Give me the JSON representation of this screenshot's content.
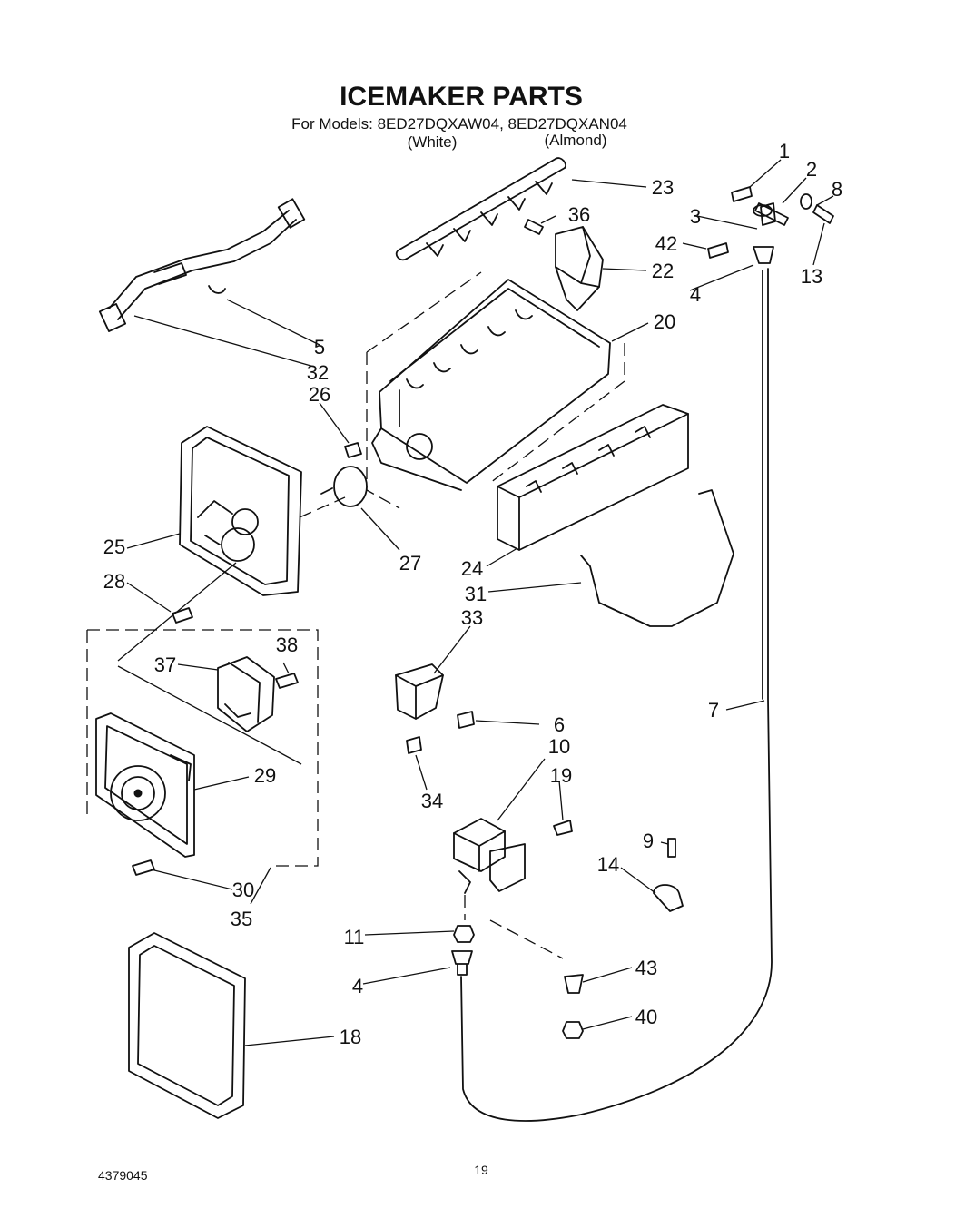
{
  "header": {
    "title": "ICEMAKER PARTS",
    "models_line": "For Models: 8ED27DQXAW04, 8ED27DQXAN04",
    "color_white": "(White)",
    "color_almond": "(Almond)"
  },
  "footer": {
    "doc_number": "4379045",
    "page_number": "19"
  },
  "callouts": {
    "c1": "1",
    "c2": "2",
    "c8": "8",
    "c3": "3",
    "c42": "42",
    "c13": "13",
    "c4a": "4",
    "c23": "23",
    "c36": "36",
    "c22": "22",
    "c20": "20",
    "c5": "5",
    "c32": "32",
    "c26": "26",
    "c25": "25",
    "c27": "27",
    "c28": "28",
    "c24": "24",
    "c31": "31",
    "c33": "33",
    "c38": "38",
    "c37": "37",
    "c7": "7",
    "c6": "6",
    "c10": "10",
    "c34": "34",
    "c19": "19",
    "c29": "29",
    "c9": "9",
    "c14": "14",
    "c30": "30",
    "c35": "35",
    "c11": "11",
    "c4b": "4",
    "c43": "43",
    "c40": "40",
    "c18": "18"
  }
}
